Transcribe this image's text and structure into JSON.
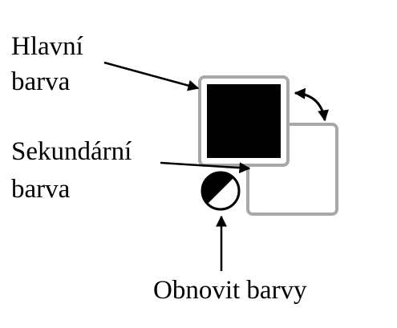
{
  "labels": {
    "primary_line1": "Hlavní",
    "primary_line2": "barva",
    "secondary_line1": "Sekundární",
    "secondary_line2": "barva",
    "reset": "Obnovit barvy"
  },
  "colors": {
    "primary_swatch": "#000000",
    "secondary_swatch": "#ffffff",
    "swatch_border": "#a8a8a8",
    "arrow": "#000000",
    "text": "#000000"
  },
  "icons": {
    "swap": "swap-arrow-icon",
    "reset": "reset-colors-icon"
  }
}
